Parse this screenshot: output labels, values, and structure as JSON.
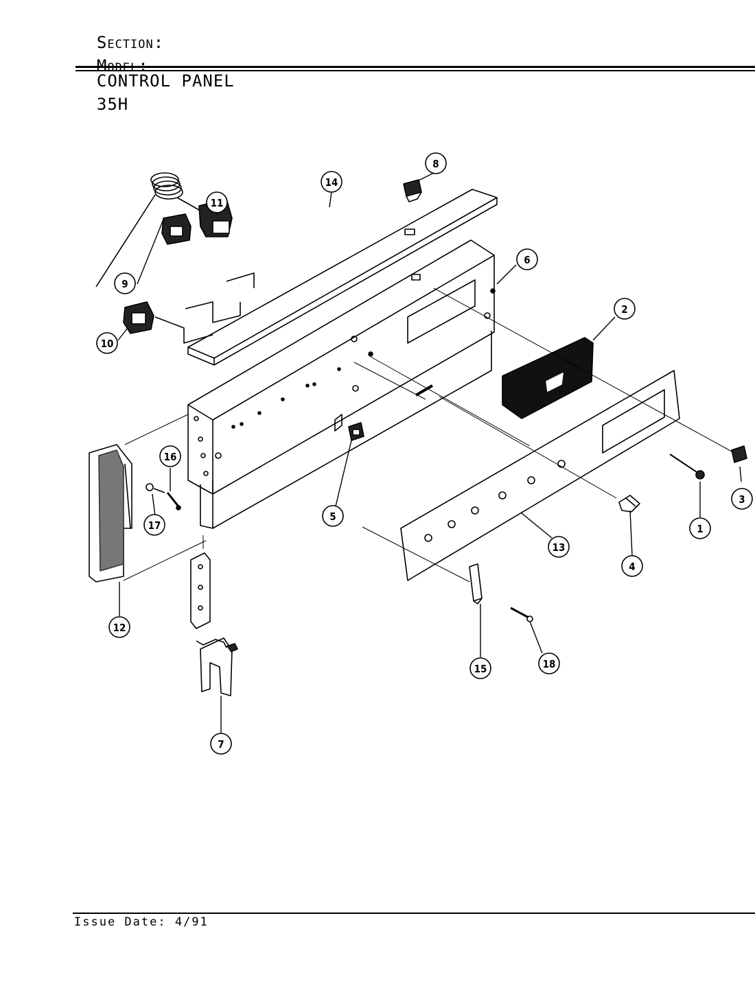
{
  "header": {
    "section_label": "Section:",
    "section_value": "CONTROL PANEL",
    "model_label": "Model:",
    "model_value": "35H"
  },
  "callouts": [
    "1",
    "2",
    "3",
    "4",
    "5",
    "6",
    "7",
    "8",
    "9",
    "10",
    "11",
    "12",
    "13",
    "14",
    "15",
    "16",
    "17",
    "18"
  ],
  "footer": {
    "issue_label": "Issue Date:",
    "issue_value": "4/91"
  }
}
